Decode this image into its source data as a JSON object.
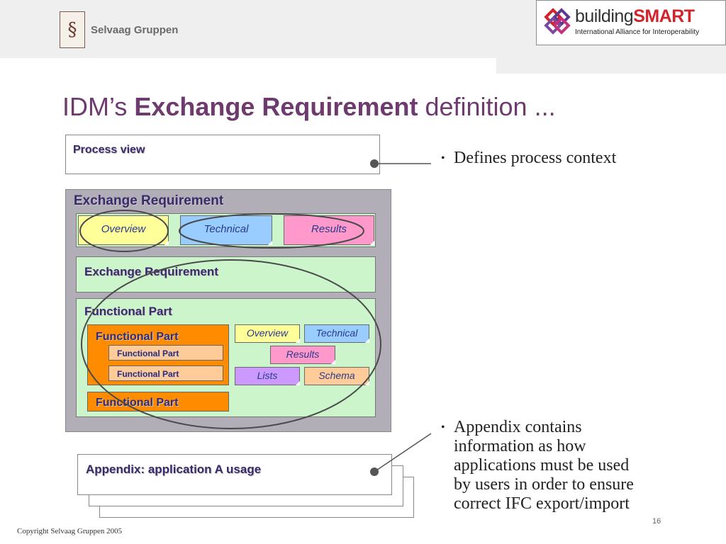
{
  "header": {
    "left_logo_text": "Selvaag Gruppen",
    "right_logo_name_a": "building",
    "right_logo_name_b": "SMART",
    "right_logo_tagline": "International Alliance for Interoperability"
  },
  "title": {
    "part1": "IDM’s ",
    "part2": "Exchange Requirement",
    "part3": " definition ..."
  },
  "diagram": {
    "process_view": "Process view",
    "er_outer_label": "Exchange Requirement",
    "docs_top": [
      "Overview",
      "Technical",
      "Results"
    ],
    "er_inner_label": "Exchange Requirement",
    "fp_outer_label": "Functional Part",
    "fp_orange_label": "Functional Part",
    "fp_sub1": "Functional Part",
    "fp_sub2": "Functional Part",
    "fp_bottom": "Functional Part",
    "fp_docs": {
      "overview": "Overview",
      "technical": "Technical",
      "results": "Results",
      "lists": "Lists",
      "schema": "Schema"
    },
    "appendix": "Appendix: application A usage"
  },
  "bullets": {
    "first": "Defines process context",
    "second": [
      "Appendix contains",
      "information as how",
      "applications must be used",
      "by users in order to ensure",
      "correct IFC export/import"
    ]
  },
  "footer": {
    "page_number": "16",
    "copyright": "Copyright Selvaag Gruppen 2005"
  },
  "colors": {
    "title": "#6d3b6d",
    "er_gray": "#b1aeb8",
    "green": "#ccf5cc",
    "yellow": "#ffff99",
    "blue": "#99ccff",
    "pink": "#ff99cc",
    "orange": "#ff8c00",
    "peach": "#ffcc99",
    "lilac": "#cc99ff"
  }
}
